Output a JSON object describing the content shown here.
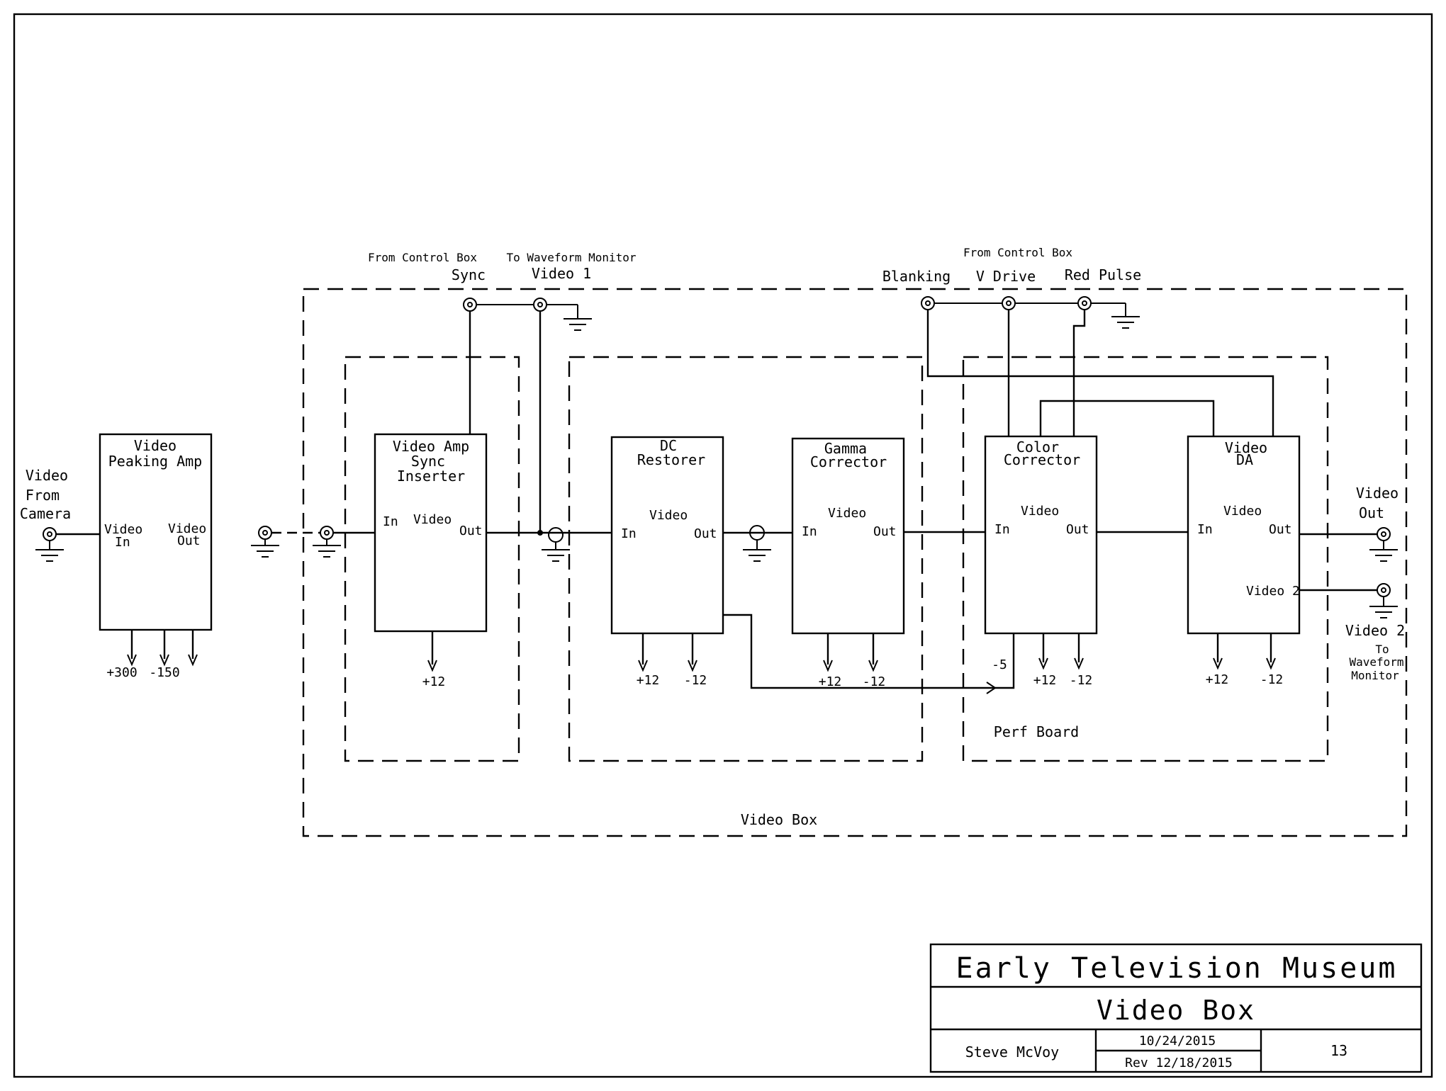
{
  "title_block": {
    "organization": "Early Television Museum",
    "drawing_title": "Video Box",
    "author": "Steve McVoy",
    "date": "10/24/2015",
    "revision": "Rev 12/18/2015",
    "sheet_number": "13"
  },
  "enclosures": {
    "video_box": "Video Box",
    "perf_board": "Perf Board"
  },
  "external_labels": {
    "from_control_box_left": "From Control Box",
    "to_waveform_monitor": "To Waveform Monitor",
    "sync": "Sync",
    "video_1": "Video 1",
    "from_control_box_right": "From Control Box",
    "blanking": "Blanking",
    "v_drive": "V Drive",
    "red_pulse": "Red Pulse",
    "camera_input": [
      "Video",
      "From",
      "Camera"
    ],
    "video_out": [
      "Video",
      "Out"
    ],
    "video2_out": [
      "Video 2",
      "To",
      "Waveform",
      "Monitor"
    ]
  },
  "blocks": {
    "peaking_amp": {
      "title": [
        "Video",
        "Peaking Amp"
      ],
      "in": [
        "Video",
        "In"
      ],
      "out": [
        "Video",
        "Out"
      ],
      "supplies": [
        "+300",
        "-150"
      ]
    },
    "sync_inserter": {
      "title": [
        "Video Amp",
        "Sync",
        "Inserter"
      ],
      "in": "In",
      "mid": "Video",
      "out": "Out",
      "supplies": [
        "+12"
      ]
    },
    "dc_restorer": {
      "title": [
        "DC",
        "Restorer"
      ],
      "in": "In",
      "mid": "Video",
      "out": "Out",
      "supplies": [
        "+12",
        "-12"
      ]
    },
    "gamma_corrector": {
      "title": [
        "Gamma",
        "Corrector"
      ],
      "in": "In",
      "mid": "Video",
      "out": "Out",
      "supplies": [
        "+12",
        "-12"
      ]
    },
    "color_corrector": {
      "title": [
        "Color",
        "Corrector"
      ],
      "in": "In",
      "mid": "Video",
      "out": "Out",
      "supplies": [
        "-5",
        "+12",
        "-12"
      ]
    },
    "video_da": {
      "title": [
        "Video",
        "DA"
      ],
      "in": "In",
      "mid": "Video",
      "out": "Out",
      "out2": "Video 2",
      "supplies": [
        "+12",
        "-12"
      ]
    }
  }
}
